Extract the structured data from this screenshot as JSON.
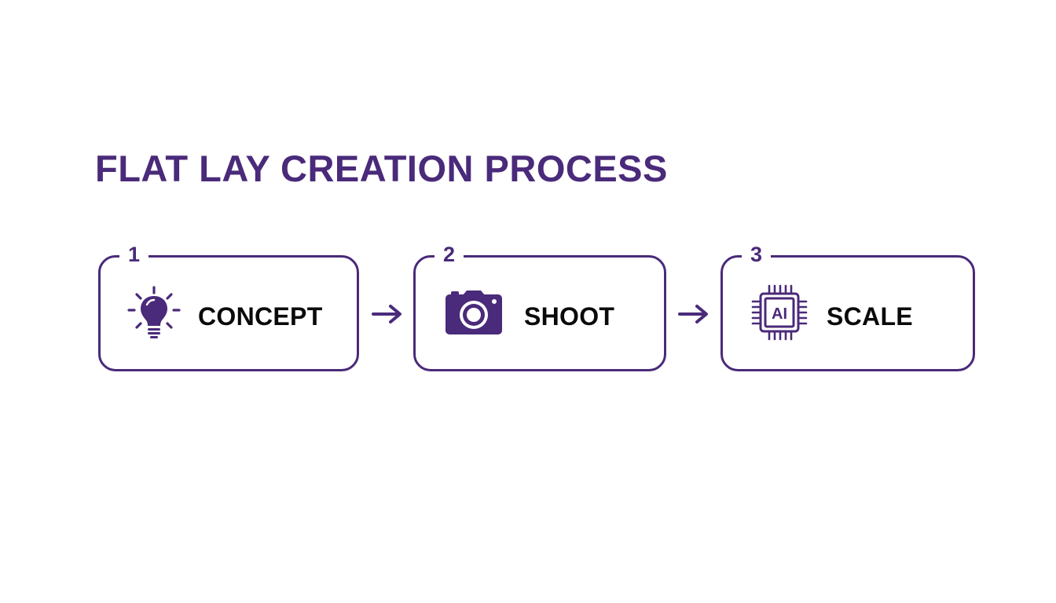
{
  "title": "FLAT LAY CREATION PROCESS",
  "accent_color": "#4a2a7a",
  "steps": [
    {
      "number": "1",
      "label": "CONCEPT",
      "icon": "lightbulb-icon"
    },
    {
      "number": "2",
      "label": "SHOOT",
      "icon": "camera-icon"
    },
    {
      "number": "3",
      "label": "SCALE",
      "icon": "ai-chip-icon",
      "icon_text": "AI"
    }
  ],
  "connectors": [
    "arrow-right-icon",
    "arrow-right-icon"
  ]
}
